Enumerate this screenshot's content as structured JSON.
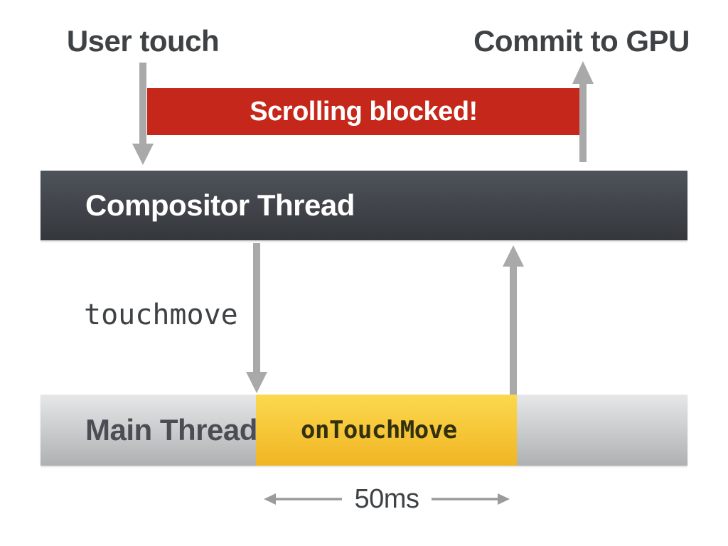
{
  "annotations": {
    "user_touch": "User touch",
    "commit_to_gpu": "Commit to GPU",
    "event_name": "touchmove",
    "duration": "50ms"
  },
  "bars": {
    "blocked": {
      "label": "Scrolling blocked!"
    },
    "compositor": {
      "label": "Compositor Thread"
    },
    "main": {
      "label": "Main Thread",
      "busy_label": "onTouchMove"
    }
  },
  "icons": {
    "user_touch_arrow": "arrow-down",
    "commit_gpu_arrow": "arrow-up",
    "touchmove_arrow": "arrow-down",
    "main_return_arrow": "arrow-up",
    "duration_left_arrow": "arrow-left",
    "duration_right_arrow": "arrow-right"
  },
  "colors": {
    "blocked_bar": "#C5281A",
    "compositor_top": "#4E535A",
    "compositor_bottom": "#34373C",
    "main_top": "#E6E7E8",
    "main_bottom": "#AEB1B2",
    "busy_top": "#FCD94E",
    "busy_bottom": "#F0B524",
    "busy_text": "#33300F",
    "main_text": "#4A4E54",
    "text_dark": "#3F4245",
    "arrow": "#A9A9A9",
    "thin_arrow": "#9B9B9B"
  }
}
